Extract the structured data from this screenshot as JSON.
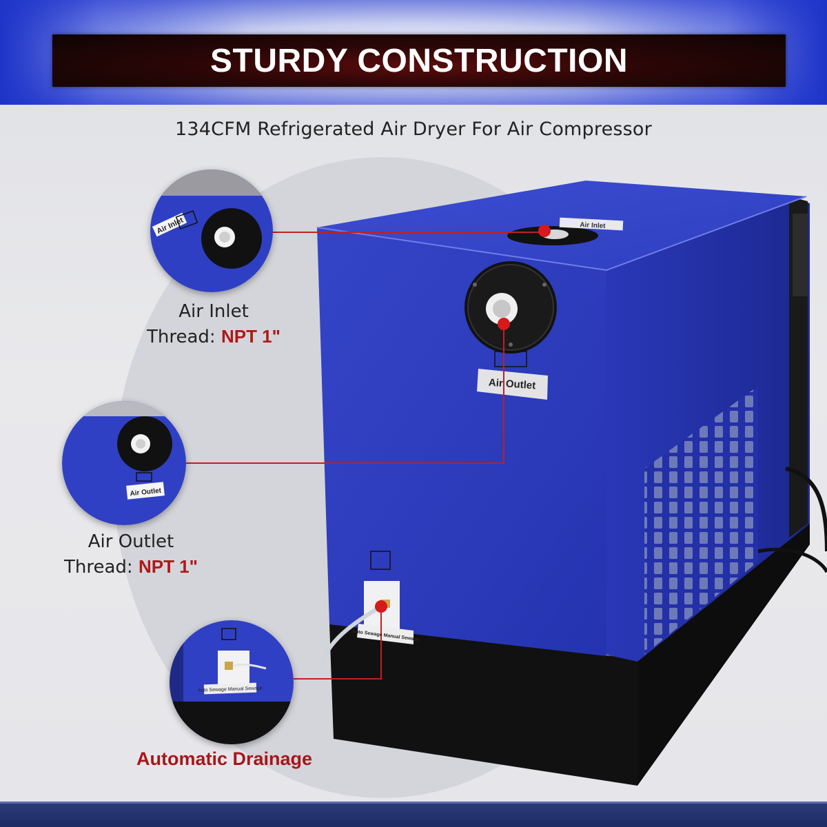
{
  "header": {
    "title": "STURDY CONSTRUCTION"
  },
  "subtitle": "134CFM Refrigerated Air Dryer For Air Compressor",
  "product": {
    "top_label": "Air Inlet",
    "outlet_plate_label": "Air Outlet",
    "drain_plate_label": "Auto Sewage Manual Sewage"
  },
  "callouts": {
    "inlet": {
      "name": "Air Inlet",
      "thread_prefix": "Thread:",
      "thread_value": "NPT 1\"",
      "zoom_label": "Air Inlet"
    },
    "outlet": {
      "name": "Air Outlet",
      "thread_prefix": "Thread:",
      "thread_value": "NPT 1\"",
      "zoom_label": "Air Outlet"
    },
    "drain": {
      "name": "Automatic Drainage",
      "zoom_label": "Auto Sewage Manual Sewage"
    }
  },
  "colors": {
    "dryer_blue": "#2f3fbf",
    "accent_red": "#b01818",
    "banner_dark": "#2a0606",
    "header_blue": "#1e34c8",
    "footer_navy": "#1d2c62"
  }
}
